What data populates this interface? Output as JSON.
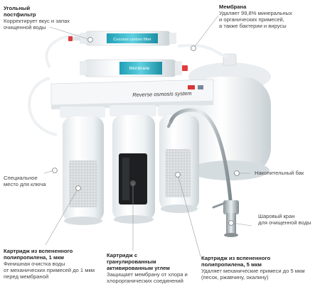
{
  "labels": {
    "carbon_postfilter": {
      "title": "Угольный постфильтр",
      "lines": [
        "Корректирует вкус и запах",
        "очищенной воды"
      ]
    },
    "membrane": {
      "title": "Мембрана",
      "lines": [
        "Удаляет 99,8% минеральных",
        "и органических примесей,",
        "а также бактерии и вирусы"
      ]
    },
    "key_place": {
      "lines": [
        "Специальное",
        "место для ключа"
      ]
    },
    "storage_tank": {
      "lines": [
        "Накопительный бак"
      ]
    },
    "ball_valve": {
      "lines": [
        "Шаровый кран",
        "для очищенной воды"
      ]
    },
    "cartridge_pp1": {
      "title": "Картридж из вспененного полипропилена, 1 мкм",
      "lines": [
        "Финишная очистка воды",
        "от механических примесей до 1 мкм",
        "перед мембраной"
      ]
    },
    "cartridge_gac": {
      "title": "Картридж с гранулированным активированным углем",
      "lines": [
        "Защищает мембрану от хлора и",
        "хлорорганических соединений"
      ]
    },
    "cartridge_pp5": {
      "title": "Картридж из вспененного полипропилена, 5 мкм",
      "lines": [
        "Удаляет механические примеси до 5 мкм",
        "(песок, ржавчину, окалину)"
      ]
    }
  },
  "product": {
    "carbon_housing_text": "Coconut carbon filter",
    "membrane_housing_text": "Membrane",
    "system_name": "Reverse osmosis system"
  },
  "colors": {
    "accent": "#2bb3c9",
    "white_plastic": "#f3f5f6",
    "shadow": "#c9d0d4",
    "dot": "#888888"
  }
}
